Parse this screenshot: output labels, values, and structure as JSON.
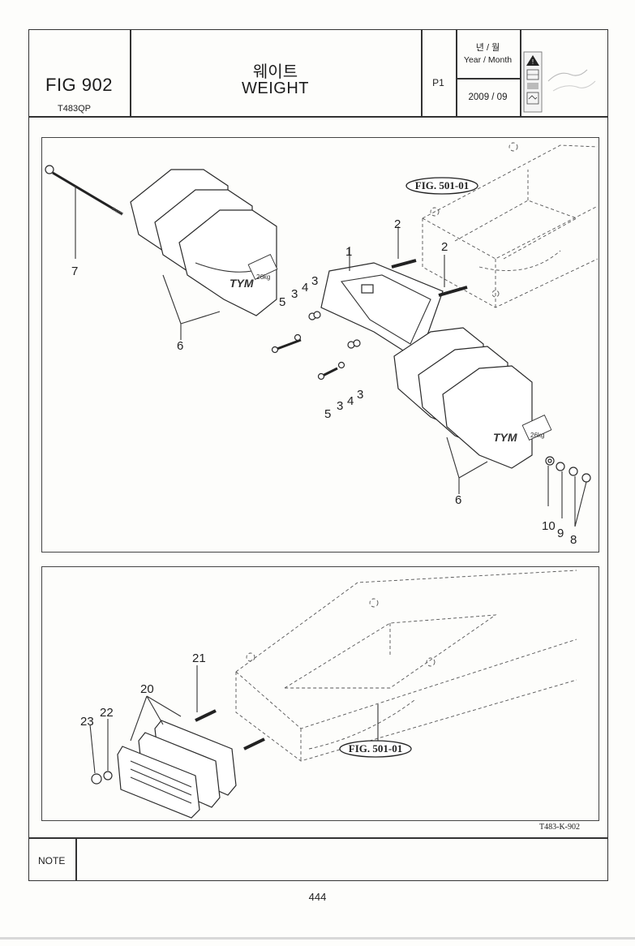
{
  "header": {
    "fig_label": "FIG 902",
    "model": "T483QP",
    "title_korean": "웨이트",
    "title_english": "WEIGHT",
    "page_code": "P1",
    "date_label_korean": "년 / 월",
    "date_label_english": "Year / Month",
    "date_value": "2009  / 09"
  },
  "upper_drawing": {
    "fig_reference": "FIG. 501-01",
    "weight_marking": "26kg",
    "callouts": [
      "1",
      "2",
      "2",
      "3",
      "3",
      "3",
      "3",
      "4",
      "4",
      "5",
      "5",
      "6",
      "6",
      "7",
      "8",
      "9",
      "10"
    ]
  },
  "lower_drawing": {
    "fig_reference": "FIG. 501-01",
    "callouts": [
      "20",
      "21",
      "22",
      "23"
    ]
  },
  "drawing_code": "T483-K-902",
  "note_label": "NOTE",
  "page_number": "444"
}
